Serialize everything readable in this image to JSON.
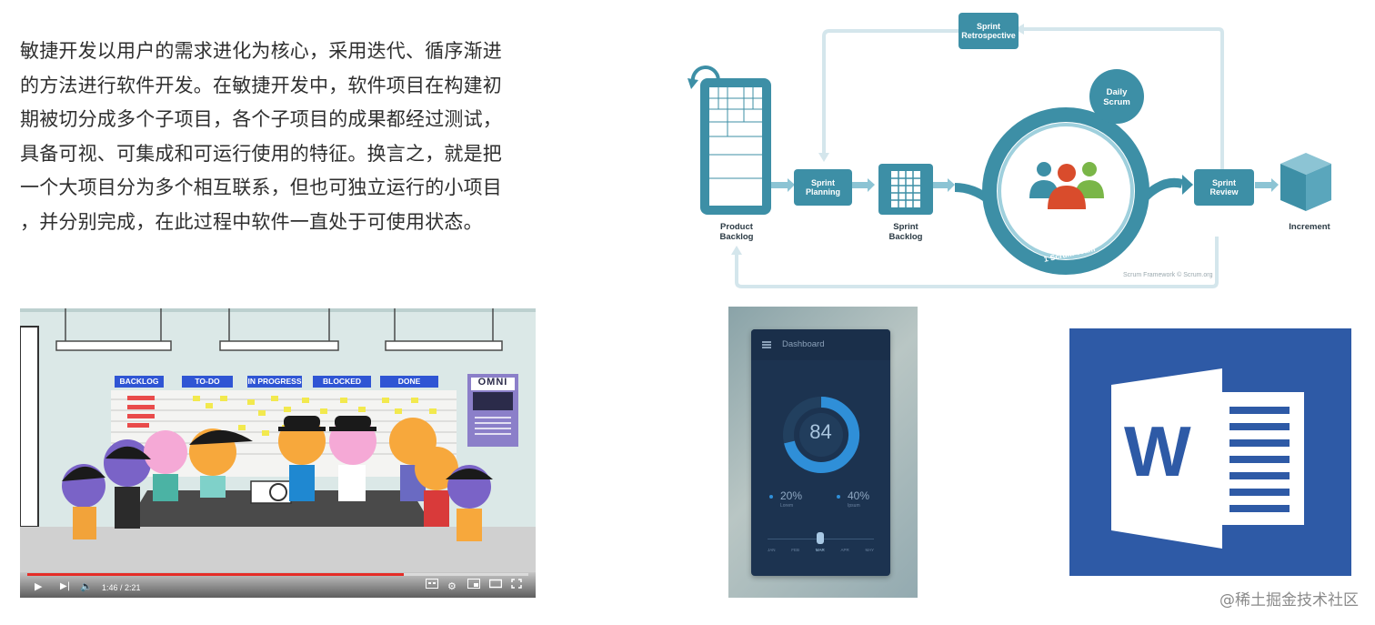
{
  "paragraph": {
    "lines": [
      "敏捷开发以用户的需求进化为核心，采用迭代、循序渐进",
      "的方法进行软件开发。在敏捷开发中，软件项目在构建初",
      "期被切分成多个子项目，各个子项目的成果都经过测试，",
      "具备可视、可集成和可运行使用的特征。换言之，就是把",
      "一个大项目分为多个相互联系，但也可独立运行的小项目",
      "，并分别完成，在此过程中软件一直处于可使用状态。"
    ]
  },
  "scrum": {
    "product_backlog": "Product\nBacklog",
    "sprint_planning": "Sprint\nPlanning",
    "sprint_backlog": "Sprint\nBacklog",
    "daily_scrum": "Daily\nScrum",
    "team": "1 Scrum Team",
    "sprint_review": "Sprint\nReview",
    "increment": "Increment",
    "retrospective": "Sprint\nRetrospective",
    "credit": "Scrum Framework © Scrum.org",
    "color": "#3d8fa6"
  },
  "video": {
    "columns": [
      "BACKLOG",
      "TO-DO",
      "IN PROGRESS",
      "BLOCKED",
      "DONE"
    ],
    "poster_brand": "OMNI",
    "time_current": "1:46",
    "time_total": "2:21",
    "progress": 0.752,
    "icons": [
      "play-icon",
      "next-icon",
      "volume-icon",
      "captions-icon",
      "settings-icon",
      "miniplayer-icon",
      "theater-icon",
      "fullscreen-icon"
    ]
  },
  "dashboard": {
    "title": "Dashboard",
    "score": "84",
    "stat1_value": "20%",
    "stat1_label": "Lorem",
    "stat2_value": "40%",
    "stat2_label": "Ipsum",
    "months": [
      "JAN",
      "FEB",
      "MAR",
      "APR",
      "MAY"
    ]
  },
  "word_logo": {
    "letter": "W",
    "color": "#2e5aa6"
  },
  "watermark": "@稀土掘金技术社区"
}
